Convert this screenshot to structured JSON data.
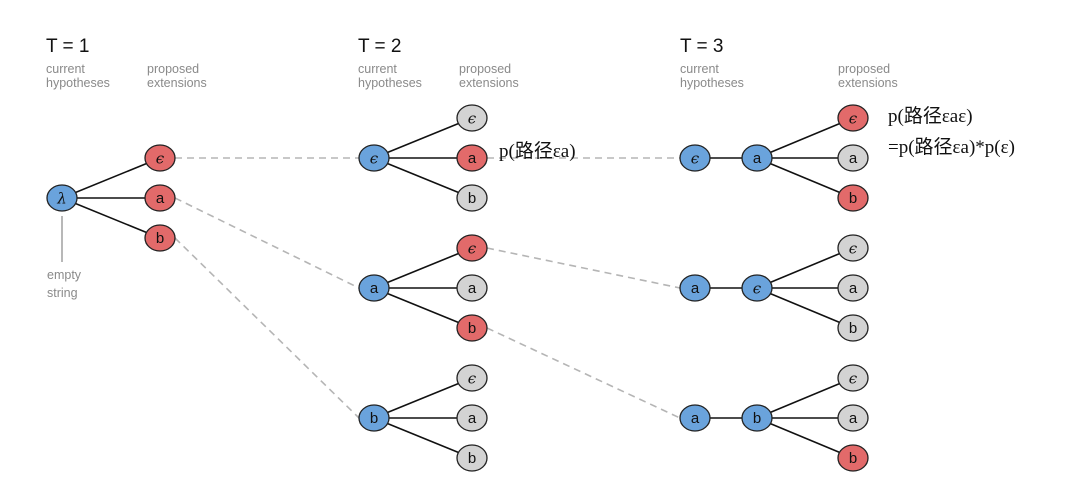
{
  "colors": {
    "blue": "#6aa3dc",
    "red": "#e26a6a",
    "gray": "#d3d3d3",
    "stroke": "#222222"
  },
  "steps": [
    {
      "title": "T = 1",
      "current_label": "current\nhypotheses",
      "proposed_label": "proposed\nextensions"
    },
    {
      "title": "T = 2",
      "current_label": "current\nhypotheses",
      "proposed_label": "proposed\nextensions"
    },
    {
      "title": "T = 3",
      "current_label": "current\nhypotheses",
      "proposed_label": "proposed\nextensions"
    }
  ],
  "empty_label": "empty\nstring",
  "nodes": {
    "root": {
      "label": "λ",
      "color": "blue"
    },
    "t1_eps": {
      "label": "ϵ",
      "color": "red"
    },
    "t1_a": {
      "label": "a",
      "color": "red"
    },
    "t1_b": {
      "label": "b",
      "color": "red"
    },
    "t2_h1": {
      "label": "ϵ",
      "color": "blue"
    },
    "t2_h1_eps": {
      "label": "ϵ",
      "color": "gray"
    },
    "t2_h1_a": {
      "label": "a",
      "color": "red"
    },
    "t2_h1_b": {
      "label": "b",
      "color": "gray"
    },
    "t2_h2": {
      "label": "a",
      "color": "blue"
    },
    "t2_h2_eps": {
      "label": "ϵ",
      "color": "red"
    },
    "t2_h2_a": {
      "label": "a",
      "color": "gray"
    },
    "t2_h2_b": {
      "label": "b",
      "color": "red"
    },
    "t2_h3": {
      "label": "b",
      "color": "blue"
    },
    "t2_h3_eps": {
      "label": "ϵ",
      "color": "gray"
    },
    "t2_h3_a": {
      "label": "a",
      "color": "gray"
    },
    "t2_h3_b": {
      "label": "b",
      "color": "gray"
    },
    "t3_h1_p": {
      "label": "ϵ",
      "color": "blue"
    },
    "t3_h1": {
      "label": "a",
      "color": "blue"
    },
    "t3_h1_eps": {
      "label": "ϵ",
      "color": "red"
    },
    "t3_h1_a": {
      "label": "a",
      "color": "gray"
    },
    "t3_h1_b": {
      "label": "b",
      "color": "red"
    },
    "t3_h2_p": {
      "label": "a",
      "color": "blue"
    },
    "t3_h2": {
      "label": "ϵ",
      "color": "blue"
    },
    "t3_h2_eps": {
      "label": "ϵ",
      "color": "gray"
    },
    "t3_h2_a": {
      "label": "a",
      "color": "gray"
    },
    "t3_h2_b": {
      "label": "b",
      "color": "gray"
    },
    "t3_h3_p": {
      "label": "a",
      "color": "blue"
    },
    "t3_h3": {
      "label": "b",
      "color": "blue"
    },
    "t3_h3_eps": {
      "label": "ϵ",
      "color": "gray"
    },
    "t3_h3_a": {
      "label": "a",
      "color": "gray"
    },
    "t3_h3_b": {
      "label": "b",
      "color": "red"
    }
  },
  "edges": [
    [
      "root",
      "t1_eps"
    ],
    [
      "root",
      "t1_a"
    ],
    [
      "root",
      "t1_b"
    ],
    [
      "t2_h1",
      "t2_h1_eps"
    ],
    [
      "t2_h1",
      "t2_h1_a"
    ],
    [
      "t2_h1",
      "t2_h1_b"
    ],
    [
      "t2_h2",
      "t2_h2_eps"
    ],
    [
      "t2_h2",
      "t2_h2_a"
    ],
    [
      "t2_h2",
      "t2_h2_b"
    ],
    [
      "t2_h3",
      "t2_h3_eps"
    ],
    [
      "t2_h3",
      "t2_h3_a"
    ],
    [
      "t2_h3",
      "t2_h3_b"
    ],
    [
      "t3_h1_p",
      "t3_h1"
    ],
    [
      "t3_h1",
      "t3_h1_eps"
    ],
    [
      "t3_h1",
      "t3_h1_a"
    ],
    [
      "t3_h1",
      "t3_h1_b"
    ],
    [
      "t3_h2_p",
      "t3_h2"
    ],
    [
      "t3_h2",
      "t3_h2_eps"
    ],
    [
      "t3_h2",
      "t3_h2_a"
    ],
    [
      "t3_h2",
      "t3_h2_b"
    ],
    [
      "t3_h3_p",
      "t3_h3"
    ],
    [
      "t3_h3",
      "t3_h3_eps"
    ],
    [
      "t3_h3",
      "t3_h3_a"
    ],
    [
      "t3_h3",
      "t3_h3_b"
    ]
  ],
  "dashed_links": [
    [
      "t1_eps",
      "t2_h1"
    ],
    [
      "t1_a",
      "t2_h2"
    ],
    [
      "t1_b",
      "t2_h3"
    ],
    [
      "t2_h1_a",
      "t3_h1_p"
    ],
    [
      "t2_h2_eps",
      "t3_h2_p"
    ],
    [
      "t2_h2_b",
      "t3_h3_p"
    ]
  ],
  "annotations": {
    "path_ea": "p(路径εa)",
    "path_eae": "p(路径εaε)",
    "path_eae_formula": "=p(路径εa)*p(ε)"
  }
}
